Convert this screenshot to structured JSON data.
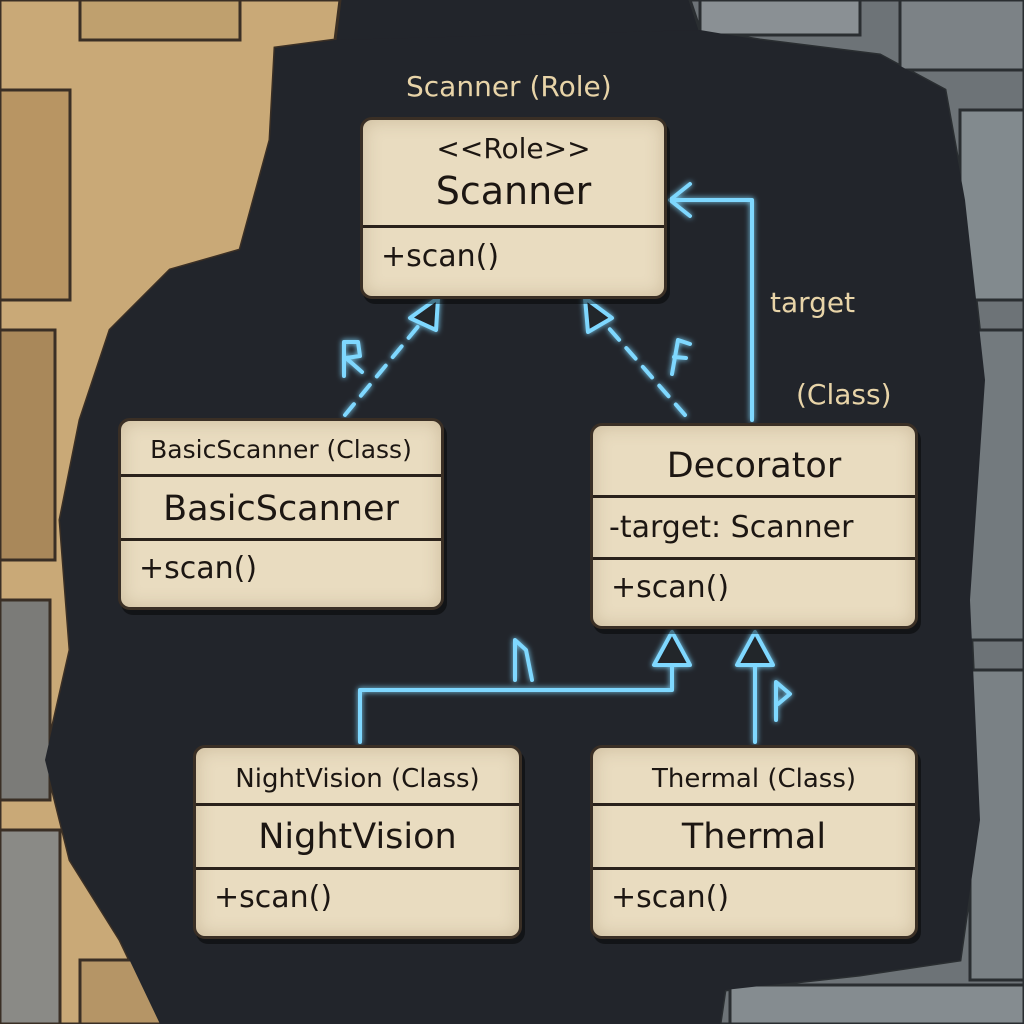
{
  "diagram": {
    "labels": {
      "scanner_role": "Scanner (Role)",
      "target": "target",
      "class_label": "(Class)"
    },
    "scanner": {
      "stereotype": "<<Role>>",
      "name": "Scanner",
      "method": "+scan()"
    },
    "basic_scanner": {
      "caption": "BasicScanner (Class)",
      "name": "BasicScanner",
      "method": "+scan()"
    },
    "decorator": {
      "name": "Decorator",
      "field": "-target: Scanner",
      "method": "+scan()"
    },
    "night_vision": {
      "caption": "NightVision (Class)",
      "name": "NightVision",
      "method": "+scan()"
    },
    "thermal": {
      "caption": "Thermal (Class)",
      "name": "Thermal",
      "method": "+scan()"
    },
    "colors": {
      "background": "#22252b",
      "card": "#e9dcc0",
      "connector": "#7fd8ff",
      "label": "#e8d4a8"
    }
  }
}
